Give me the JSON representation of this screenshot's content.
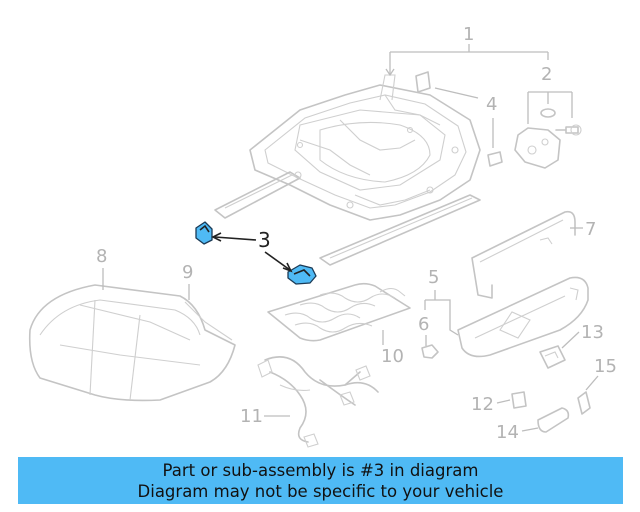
{
  "callouts": {
    "c1": "1",
    "c2": "2",
    "c3": "3",
    "c4": "4",
    "c5": "5",
    "c6": "6",
    "c7": "7",
    "c8": "8",
    "c9": "9",
    "c10": "10",
    "c11": "11",
    "c12": "12",
    "c13": "13",
    "c14": "14",
    "c15": "15"
  },
  "banner": {
    "line1": "Part or sub-assembly is #3 in diagram",
    "line2": "Diagram may not be specific to your vehicle"
  },
  "colors": {
    "banner_bg": "#4fbaf5",
    "highlight_part": "#4fbaf5",
    "line_art": "#c4c4c4"
  }
}
